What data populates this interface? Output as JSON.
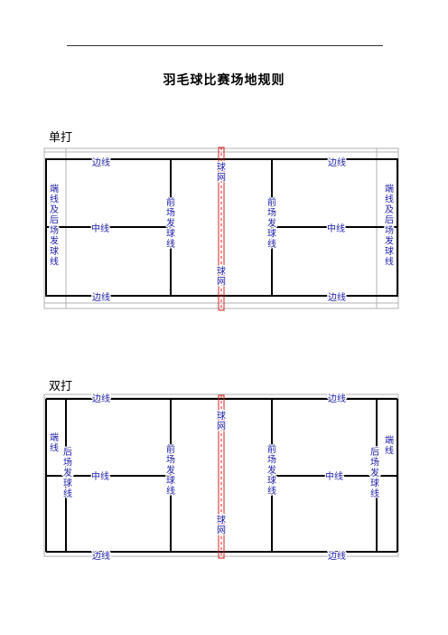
{
  "page": {
    "title": "羽毛球比赛场地规则"
  },
  "singles": {
    "label": "单打",
    "labels": {
      "side_top_left": "边线",
      "side_top_right": "边线",
      "side_bottom_left": "边线",
      "side_bottom_right": "边线",
      "net_top": "球网",
      "net_bottom": "球网",
      "end_left": "端线及后场发球线",
      "end_right": "端线及后场发球线",
      "center_left": "中线",
      "center_right": "中线",
      "front_left": "前场发球线",
      "front_right": "前场发球线"
    }
  },
  "doubles": {
    "label": "双打",
    "labels": {
      "side_top_left": "边线",
      "side_top_right": "边线",
      "side_bottom_left": "边线",
      "side_bottom_right": "边线",
      "net_top": "球网",
      "net_bottom": "球网",
      "end_left": "端线",
      "end_right": "端线",
      "back_left": "后场发球线",
      "back_right": "后场发球线",
      "center_left": "中线",
      "center_right": "中线",
      "front_left": "前场发球线",
      "front_right": "前场发球线"
    }
  },
  "colors": {
    "court_line": "#000000",
    "outer_line": "#b0b0b0",
    "net": "#d62020",
    "label_text": "#1a1aa8"
  }
}
